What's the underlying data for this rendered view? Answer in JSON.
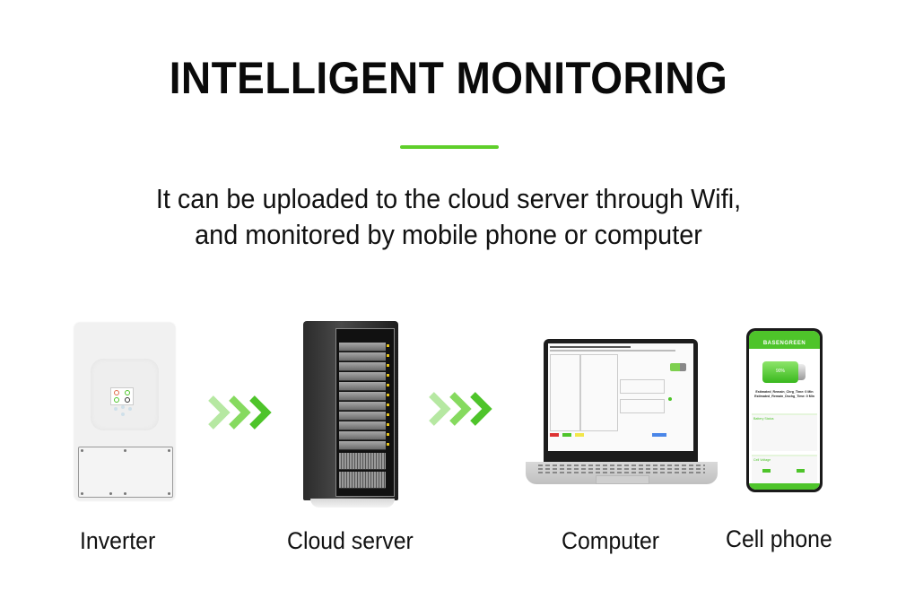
{
  "header": {
    "title": "INTELLIGENT MONITORING",
    "accent_color": "#5fcf2a",
    "subtitle_lines": [
      "It can be uploaded to the cloud server through Wifi,",
      "and monitored by mobile phone or computer"
    ]
  },
  "flow": {
    "items": [
      {
        "label": "Inverter",
        "icon": "inverter-icon"
      },
      {
        "label": "Cloud server",
        "icon": "server-rack-icon"
      },
      {
        "label": "Computer",
        "icon": "laptop-icon"
      },
      {
        "label": "Cell phone",
        "icon": "smartphone-icon"
      }
    ],
    "arrow_icon": "triple-chevron-right-icon",
    "arrow_colors": [
      "#b6e8a2",
      "#86da5f",
      "#4ec42a"
    ]
  },
  "phone_app": {
    "brand": "BASENGREEN",
    "battery_percent": "90%",
    "estimate_lines": [
      "Estimated_Remain_Chrg_Time: 0 Min",
      "Estimated_Remain_Dschg_Time: 0 Min"
    ],
    "battery_status_title": "Battery Status",
    "cell_voltage_title": "Cell Voltage"
  }
}
